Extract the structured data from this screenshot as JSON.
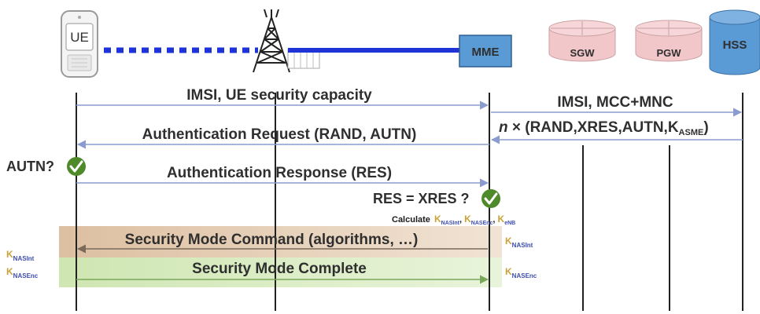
{
  "entities": {
    "ue": "UE",
    "mme": "MME",
    "sgw": "SGW",
    "pgw": "PGW",
    "hss": "HSS"
  },
  "messages": {
    "imsi_capacity": "IMSI, UE security capacity",
    "imsi_mcc_mnc": "IMSI, MCC+MNC",
    "vector_n": "n",
    "vector_body": " × (RAND,XRES,AUTN,K",
    "vector_sub": "ASME",
    "vector_close": ")",
    "auth_request": "Authentication Request (RAND, AUTN)",
    "auth_response": "Authentication Response (RES)",
    "security_mode_command": "Security Mode Command (algorithms, …)",
    "security_mode_complete": "Security Mode Complete"
  },
  "checks": {
    "autn_check": "AUTN?",
    "res_check": "RES = XRES ?"
  },
  "keys": {
    "calculate": "Calculate",
    "k": "K",
    "nasint_sub": "NASInt",
    "nasenc_sub": "NASEnc",
    "enb_sub": "eNB",
    "comma": ","
  },
  "colors": {
    "arrow": "#8a9bd0",
    "wireless": "#1f33d6",
    "mme_box": "#5b9bd5",
    "gateway": "#f2c7c9",
    "hss": "#5b9bd5",
    "smc_band": "#e6cfb3",
    "smc_text": "#8b6a3a",
    "complete_band": "#d7ecbf",
    "complete_text": "#5e9a35",
    "key_k": "#c9a23a",
    "key_sub": "#3d4db0",
    "check": "#4f8a2a"
  }
}
